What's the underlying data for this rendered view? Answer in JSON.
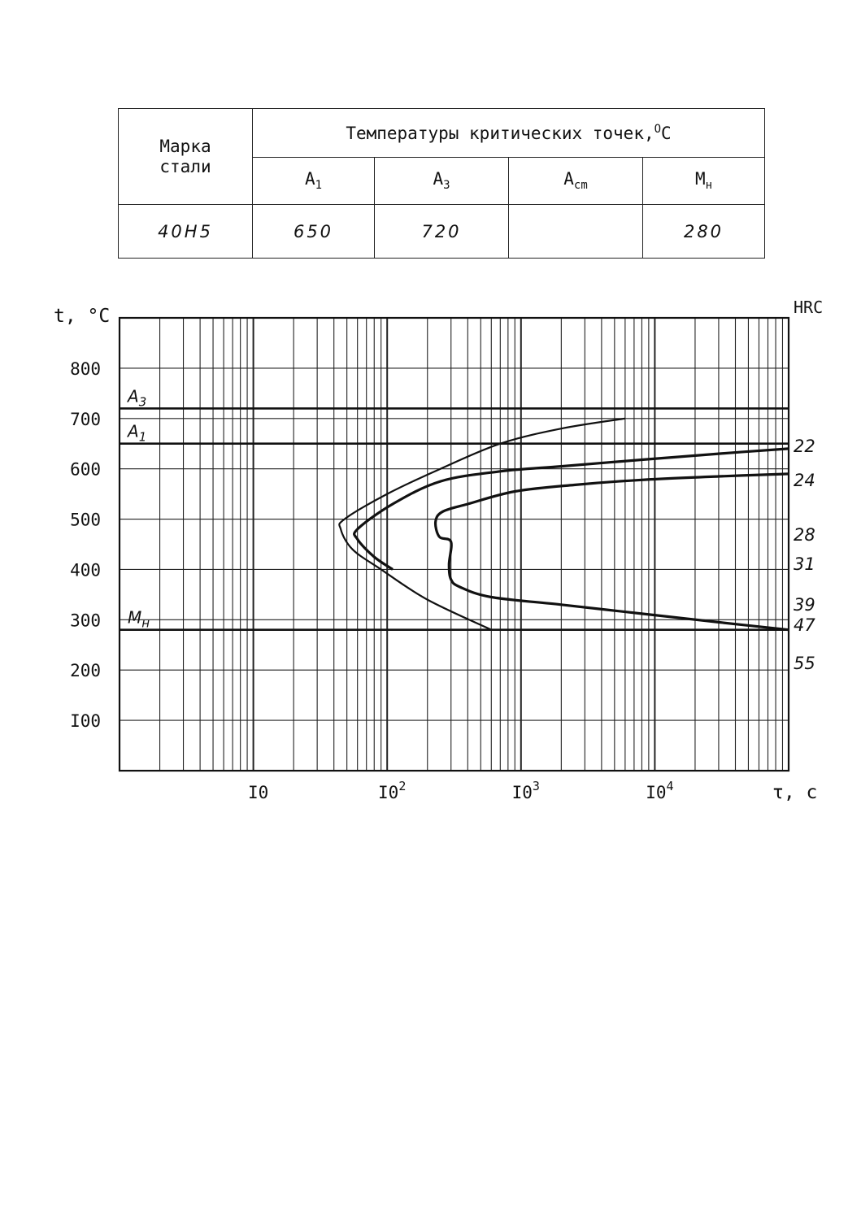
{
  "table": {
    "grade_header": "Марка стали",
    "group_header": "Температуры критических точек,",
    "group_unit": "C",
    "group_unit_sup": "O",
    "columns": [
      {
        "main": "A",
        "sub": "1"
      },
      {
        "main": "A",
        "sub": "3"
      },
      {
        "main": "A",
        "sub": "cm"
      },
      {
        "main": "M",
        "sub": "н"
      }
    ],
    "row": {
      "grade": "40Н5",
      "a1": "650",
      "a3": "720",
      "acm": "",
      "mn": "280"
    }
  },
  "chart_data": {
    "type": "line",
    "y_axis": {
      "label": "t, °C",
      "range": [
        0,
        900
      ],
      "ticks": [
        100,
        200,
        300,
        400,
        500,
        600,
        700,
        800
      ],
      "tick_labels": [
        "I00",
        "200",
        "300",
        "400",
        "500",
        "600",
        "700",
        "800"
      ]
    },
    "x_axis": {
      "label": "τ, с",
      "scale": "log",
      "range": [
        1,
        100000
      ],
      "ticks": [
        10,
        100,
        1000,
        10000
      ],
      "tick_labels": [
        {
          "base": "I0",
          "exp": ""
        },
        {
          "base": "I0",
          "exp": "2"
        },
        {
          "base": "I0",
          "exp": "3"
        },
        {
          "base": "I0",
          "exp": "4"
        }
      ]
    },
    "grid": true,
    "right_axis": {
      "label": "HRC"
    },
    "reference_lines": [
      {
        "name": "A3",
        "text": "A",
        "sub": "3",
        "value": 720
      },
      {
        "name": "A1",
        "text": "A",
        "sub": "1",
        "value": 650
      },
      {
        "name": "Mн",
        "text": "M",
        "sub": "н",
        "value": 280
      }
    ],
    "series": [
      {
        "id": "start",
        "points": [
          [
            6000,
            700
          ],
          [
            2000,
            680
          ],
          [
            700,
            650
          ],
          [
            250,
            600
          ],
          [
            100,
            550
          ],
          [
            48,
            500
          ],
          [
            45,
            480
          ],
          [
            55,
            440
          ],
          [
            90,
            400
          ],
          [
            200,
            340
          ],
          [
            600,
            280
          ]
        ]
      },
      {
        "id": "finish-upper",
        "points": [
          [
            100000,
            640
          ],
          [
            30000,
            630
          ],
          [
            8000,
            618
          ],
          [
            2000,
            605
          ],
          [
            700,
            595
          ],
          [
            250,
            575
          ],
          [
            110,
            530
          ],
          [
            60,
            480
          ],
          [
            60,
            460
          ],
          [
            80,
            425
          ],
          [
            110,
            400
          ]
        ]
      },
      {
        "id": "finish-lower",
        "points": [
          [
            100000,
            590
          ],
          [
            30000,
            585
          ],
          [
            8000,
            578
          ],
          [
            2500,
            568
          ],
          [
            900,
            555
          ],
          [
            400,
            530
          ],
          [
            260,
            515
          ],
          [
            230,
            495
          ],
          [
            245,
            465
          ],
          [
            300,
            455
          ],
          [
            290,
            410
          ],
          [
            300,
            380
          ],
          [
            350,
            365
          ],
          [
            600,
            345
          ],
          [
            2000,
            330
          ],
          [
            8000,
            312
          ],
          [
            30000,
            295
          ],
          [
            100000,
            280
          ]
        ]
      }
    ],
    "hrc_labels": [
      "22",
      "24",
      "28",
      "31",
      "39",
      "47",
      "55"
    ]
  }
}
